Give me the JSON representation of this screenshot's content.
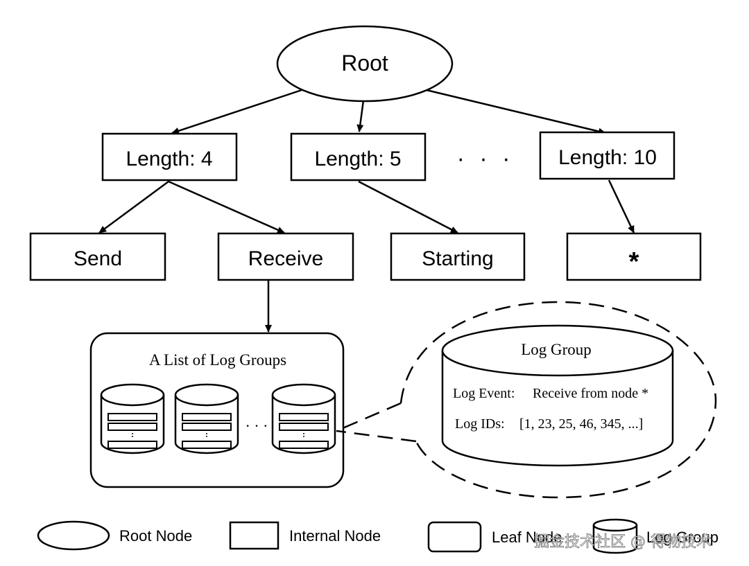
{
  "tree": {
    "root": "Root",
    "lengths": [
      "Length: 4",
      "Length: 5",
      "Length: 10"
    ],
    "ellipsis": "· · ·",
    "leaves": [
      "Send",
      "Receive",
      "Starting",
      "*"
    ]
  },
  "log_group_list": {
    "title": "A List of Log Groups",
    "ellipsis": "· · ·"
  },
  "log_group_detail": {
    "title": "Log Group",
    "event_label": "Log Event:",
    "event_value": "Receive from node *",
    "ids_label": "Log IDs:",
    "ids_value": "[1, 23, 25, 46, 345, ...]"
  },
  "legend": {
    "root_node": "Root Node",
    "internal_node": "Internal Node",
    "leaf_node": "Leaf Node",
    "log_group": "Log Group"
  },
  "watermark": "掘金技术社区 @ 得物技术"
}
